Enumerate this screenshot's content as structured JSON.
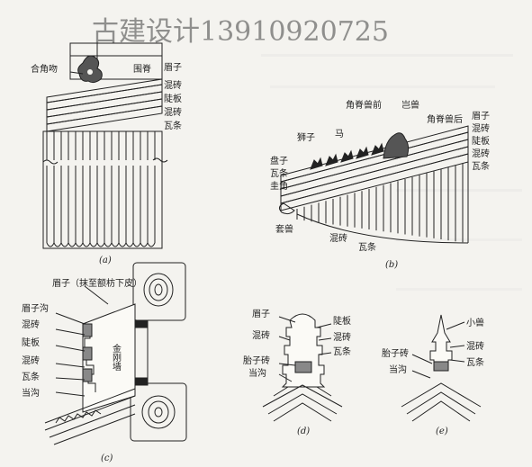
{
  "watermark": "古建设计13910920725",
  "figures": {
    "a": {
      "caption": "(a)",
      "labels": {
        "hejiaowu": "合角吻",
        "weiji": "围脊",
        "meizi": "眉子",
        "hunzhuan1": "混砖",
        "leban": "陡板",
        "hunzhuan2": "混砖",
        "watiao": "瓦条"
      }
    },
    "b": {
      "caption": "(b)",
      "labels": {
        "jiaojishouqian": "角脊兽前",
        "xianren": "岂兽",
        "jiaojishouhou": "角脊兽后",
        "shizi": "狮子",
        "ma": "马",
        "meizi": "眉子",
        "hunzhuan1": "混砖",
        "leban": "陡板",
        "hunzhuan2": "混砖",
        "watiao_r": "瓦条",
        "panzi": "盘子",
        "watiao_l": "瓦条",
        "guijiao": "圭角",
        "taoshou": "套兽",
        "hunzhuan_b": "混砖",
        "watiao_b": "瓦条"
      }
    },
    "c": {
      "caption": "(c)",
      "labels": {
        "meizi": "眉子（抹至额枋下皮）",
        "meizigou": "眉子沟",
        "hunzhuan1": "混砖",
        "leban": "陡板",
        "hunzhuan2": "混砖",
        "watiao": "瓦条",
        "danggou": "当沟",
        "jingangqiang": "金刚墙"
      }
    },
    "d": {
      "caption": "(d)",
      "labels": {
        "meizi": "眉子",
        "leban": "陡板",
        "hunzhuan_l": "混砖",
        "hunzhuan_r": "混砖",
        "taizizhuan": "胎子砖",
        "watiao": "瓦条",
        "danggou": "当沟"
      }
    },
    "e": {
      "caption": "(e)",
      "labels": {
        "xiaoshou": "小兽",
        "hunzhuan": "混砖",
        "taizizhuan": "胎子砖",
        "watiao": "瓦条",
        "danggou": "当沟"
      }
    }
  }
}
